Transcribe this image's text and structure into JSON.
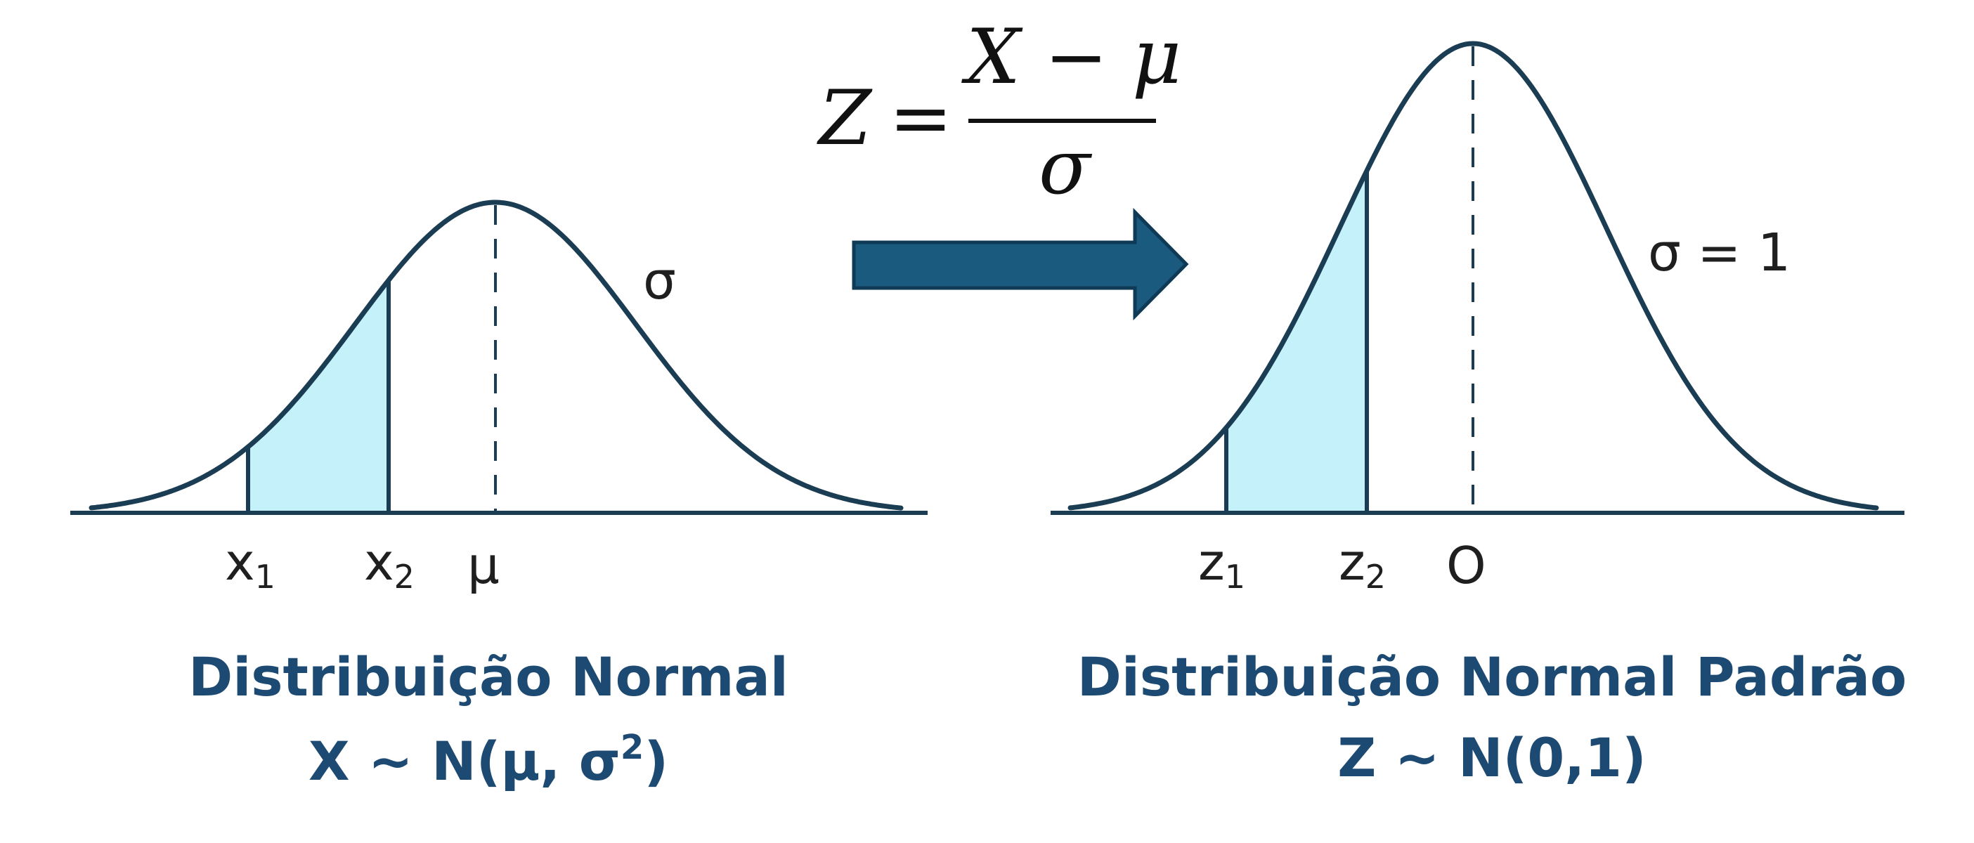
{
  "colors": {
    "curve": "#1b3d54",
    "shading": "#c5f1fb",
    "arrow": "#1a5a7e",
    "caption": "#1d4a72",
    "label": "#1f1f1f"
  },
  "formula": {
    "lhs": "Z",
    "equals": "=",
    "numerator": "X − μ",
    "denominator": "σ"
  },
  "left_panel": {
    "sigma_label": "σ",
    "lower_bound": {
      "letter": "x",
      "index": "1"
    },
    "upper_bound": {
      "letter": "x",
      "index": "2"
    },
    "center_label": "μ",
    "caption_title": "Distribuição Normal",
    "caption_expr": "X ~ N(μ, σ",
    "caption_exp": "2",
    "caption_close": ")"
  },
  "right_panel": {
    "sigma_label": "σ = 1",
    "lower_bound": {
      "letter": "z",
      "index": "1"
    },
    "upper_bound": {
      "letter": "z",
      "index": "2"
    },
    "center_label": "O",
    "caption_title": "Distribuição Normal Padrão",
    "caption_expr": "Z ~ N(0,1)"
  }
}
